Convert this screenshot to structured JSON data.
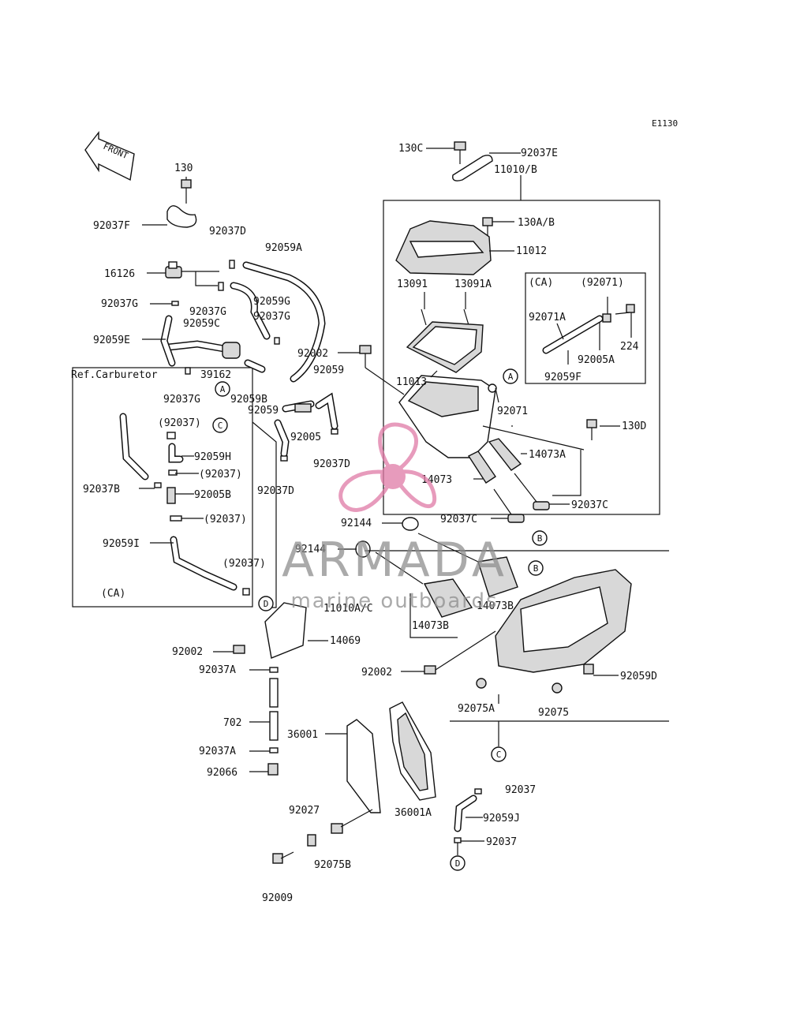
{
  "diagram_code": "E1130",
  "front_arrow_text": "FRONT",
  "ref_carburetor": "Ref.Carburetor",
  "ca_labels": [
    "(CA)",
    "(CA)"
  ],
  "callouts": [
    "A",
    "A",
    "B",
    "B",
    "C",
    "C",
    "D",
    "D"
  ],
  "part_labels": [
    "130",
    "92037F",
    "92037D",
    "92059A",
    "16126",
    "92037G",
    "92037G",
    "92059G",
    "92037G",
    "92059E",
    "92059C",
    "39162",
    "92037G",
    "92002",
    "92059",
    "92059B",
    "92059",
    "92005",
    "92037D",
    "92037D",
    "(92037)",
    "92059H",
    "(92037)",
    "92037B",
    "92005B",
    "(92037)",
    "92059I",
    "(92037)",
    "92144",
    "92144",
    "11010A/C",
    "14073B",
    "14073B",
    "14069",
    "92002",
    "92037A",
    "702",
    "92037A",
    "92066",
    "36001",
    "36001A",
    "92027",
    "92075B",
    "92009",
    "130C",
    "92037E",
    "11010/B",
    "130A/B",
    "11012",
    "13091",
    "13091A",
    "(92071)",
    "92071A",
    "224",
    "92005A",
    "92059F",
    "11013",
    "92071",
    "130D",
    "14073A",
    "14073",
    "92037C",
    "92037C",
    "92002",
    "92059D",
    "92075A",
    "92075",
    "92037",
    "92059J",
    "92037"
  ],
  "watermark": {
    "brand": "ARMADA",
    "tagline": "marine outboards",
    "color": "#e07aa6"
  }
}
